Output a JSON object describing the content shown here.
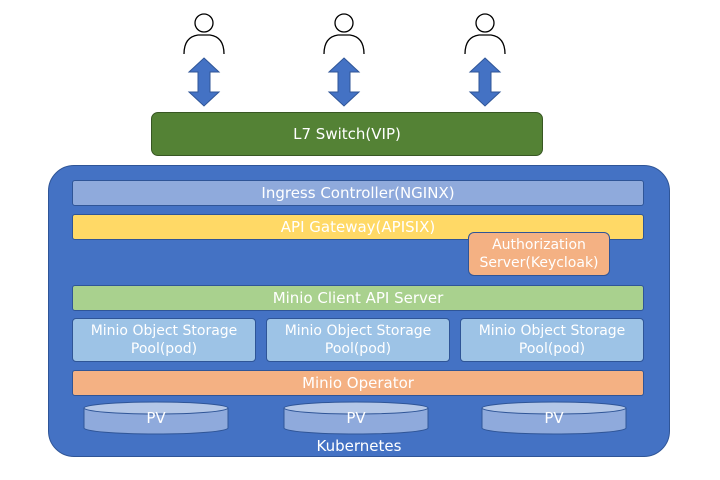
{
  "users": [
    {
      "icon": "user-icon"
    },
    {
      "icon": "user-icon"
    },
    {
      "icon": "user-icon"
    }
  ],
  "arrows": {
    "icon": "double-arrow-icon",
    "fill": "#4472c4"
  },
  "switch": {
    "label": "L7 Switch(VIP)",
    "color": "#548235"
  },
  "kubernetes": {
    "label": "Kubernetes",
    "color": "#4472c4"
  },
  "ingress": {
    "label": "Ingress Controller(NGINX)",
    "color": "#8faadc"
  },
  "gateway": {
    "label": "API Gateway(APISIX)",
    "color": "#ffd966"
  },
  "authz": {
    "line1": "Authorization",
    "line2": "Server(Keycloak)",
    "color": "#f4b183"
  },
  "client_api": {
    "label": "Minio Client API Server",
    "color": "#a9d18e"
  },
  "pools": [
    {
      "line1": "Minio Object Storage",
      "line2": "Pool(pod)"
    },
    {
      "line1": "Minio Object Storage",
      "line2": "Pool(pod)"
    },
    {
      "line1": "Minio Object Storage",
      "line2": "Pool(pod)"
    }
  ],
  "operator": {
    "label": "Minio Operator",
    "color": "#f4b183"
  },
  "pvs": [
    {
      "label": "PV"
    },
    {
      "label": "PV"
    },
    {
      "label": "PV"
    }
  ]
}
